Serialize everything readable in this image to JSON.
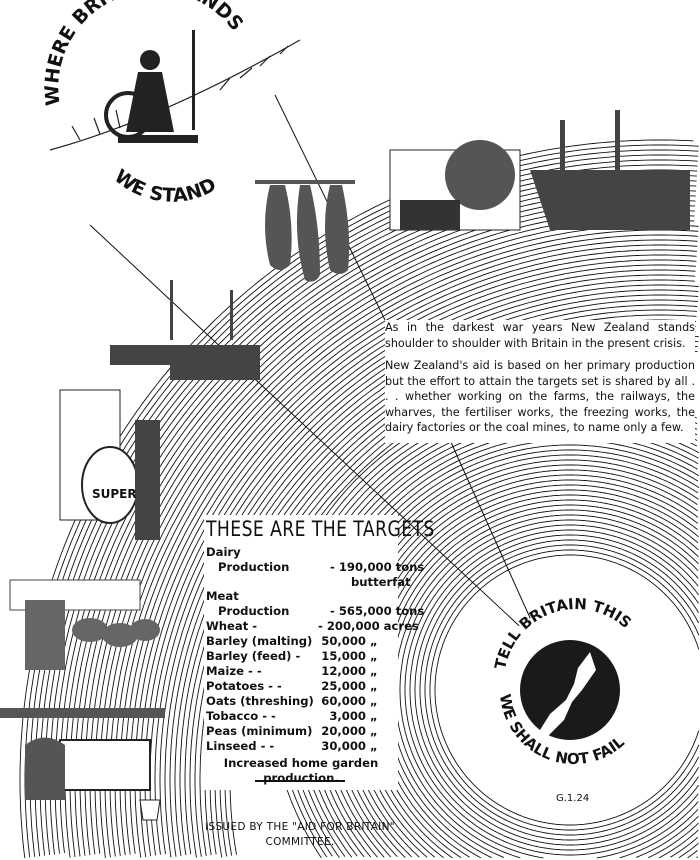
{
  "emblem": {
    "top_text": "WHERE BRITAIN STANDS",
    "bottom_text": "WE STAND"
  },
  "blurb": {
    "paragraph1": "As in the darkest war years New Zealand stands shoulder to shoulder with Britain in the present crisis.",
    "paragraph2": "New Zealand's aid is based on her primary production but the effort to attain the targets set is shared by all . . . whether working on the farms, the railways, the wharves, the fertiliser works, the freezing works, the dairy factories or the coal mines, to name only a few."
  },
  "targets": {
    "title": "THESE ARE THE TARGETS",
    "dairy_label": "Dairy",
    "dairy_sub": "Production",
    "dairy_value": "- 190,000",
    "dairy_unit": "tons",
    "dairy_unit2": "butterfat",
    "meat_label": "Meat",
    "meat_sub": "Production",
    "meat_value": "- 565,000",
    "meat_unit": "tons",
    "rows": [
      {
        "item": "Wheat   -",
        "value": "- 200,000",
        "unit": "acres"
      },
      {
        "item": "Barley (malting)",
        "value": "50,000",
        "unit": "„"
      },
      {
        "item": "Barley (feed)  -",
        "value": "15,000",
        "unit": "„"
      },
      {
        "item": "Maize   -   -",
        "value": "12,000",
        "unit": "„"
      },
      {
        "item": "Potatoes -   -",
        "value": "25,000",
        "unit": "„"
      },
      {
        "item": "Oats (threshing)",
        "value": "60,000",
        "unit": "„"
      },
      {
        "item": "Tobacco  -   -",
        "value": "3,000",
        "unit": "„"
      },
      {
        "item": "Peas (minimum)",
        "value": "20,000",
        "unit": "„"
      },
      {
        "item": "Linseed  -   -",
        "value": "30,000",
        "unit": "„"
      }
    ],
    "footer": "Increased home garden production."
  },
  "badge": {
    "top_text": "TELL BRITAIN THIS",
    "bottom_text": "WE SHALL NOT FAIL"
  },
  "super_sack": "SUPER",
  "issued": "ISSUED BY THE \"AID FOR BRITAIN\" COMMITTEE.",
  "code": "G.1.24"
}
